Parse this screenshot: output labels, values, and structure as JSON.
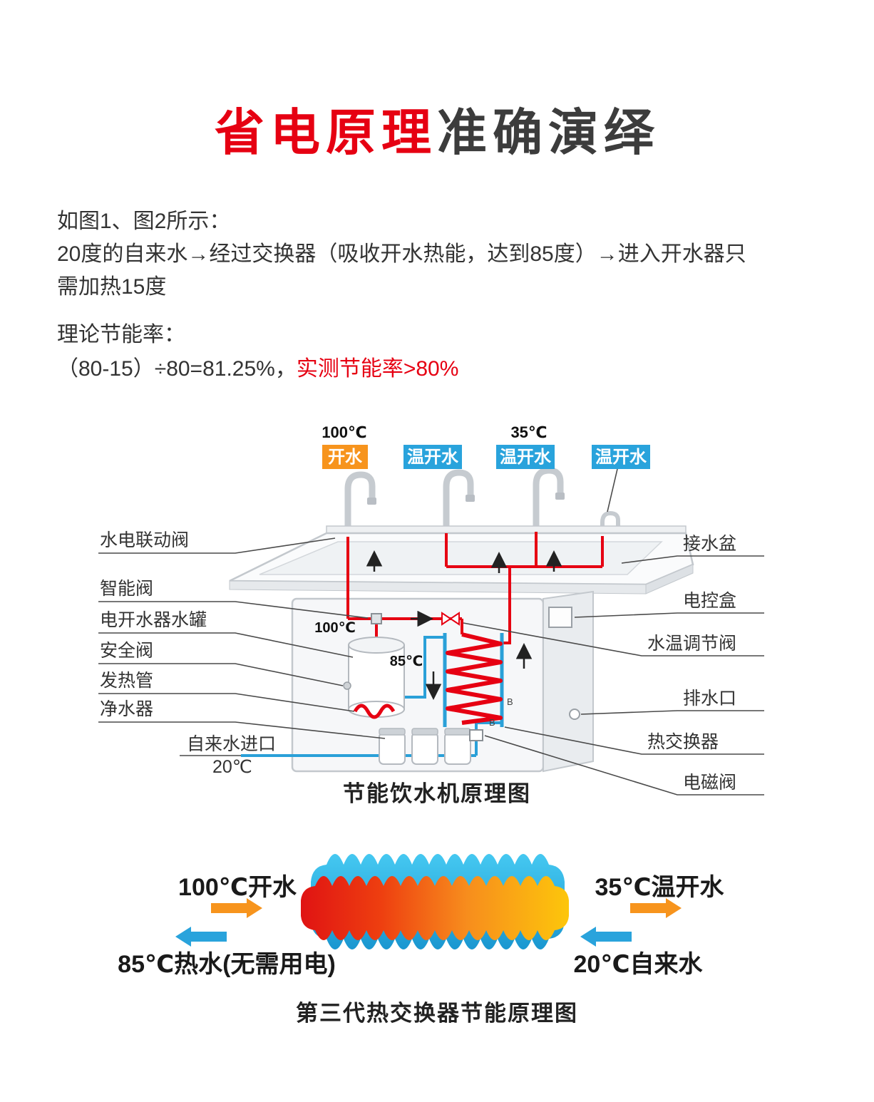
{
  "colors": {
    "accent_red": "#e60012",
    "tag_orange": "#f7941d",
    "tag_blue": "#29a3dc",
    "pipe_red": "#e60012",
    "pipe_blue": "#2aa0d8"
  },
  "title": {
    "highlight": "省电原理",
    "rest": "准确演绎"
  },
  "intro": {
    "line1": "如图1、图2所示：",
    "line2": "20度的自来水→经过交换器（吸收开水热能，达到85度）→进入开水器只",
    "line3": "需加热15度"
  },
  "theory": {
    "label": "理论节能率：",
    "formula": "（80-15）÷80=81.25%，",
    "measured": "实测节能率>80%"
  },
  "machine_diagram": {
    "caption": "节能饮水机原理图",
    "temp_boiling": "100℃",
    "temp_warm": "35℃",
    "tags": {
      "boiling": "开水",
      "warm1": "温开水",
      "warm2": "温开水",
      "warm3": "温开水"
    },
    "inner": {
      "tank_temp": "100℃",
      "exchange_temp": "85℃",
      "mark1": "B",
      "mark2": "B"
    },
    "left_labels": [
      "水电联动阀",
      "智能阀",
      "电开水器水罐",
      "安全阀",
      "发热管",
      "净水器"
    ],
    "inlet": {
      "label": "自来水进口",
      "temp": "20℃"
    },
    "right_labels": [
      "接水盆",
      "电控盒",
      "水温调节阀",
      "排水口",
      "热交换器",
      "电磁阀"
    ]
  },
  "exchanger_diagram": {
    "caption": "第三代热交换器节能原理图",
    "hot_in": "100℃开水",
    "warm_out": "35℃温开水",
    "hot_out": "85℃热水(无需用电)",
    "cold_in": "20℃自来水"
  }
}
